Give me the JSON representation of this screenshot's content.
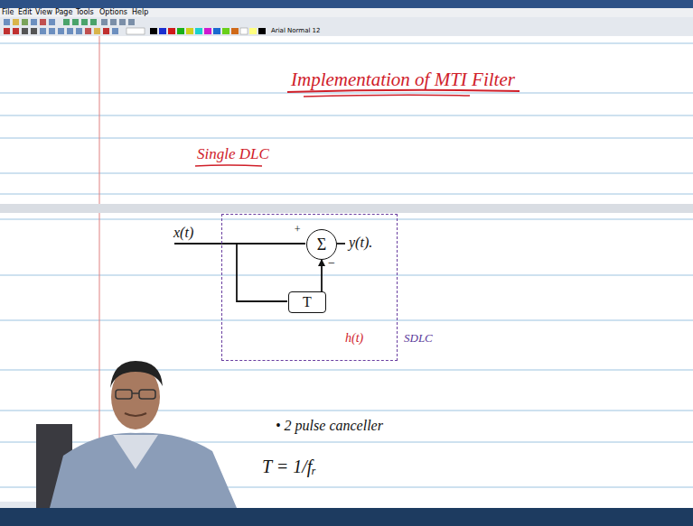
{
  "diagram": {
    "title": "Implementation of MTI Filter",
    "nodes": [
      {
        "text": [
          "h(t)",
          "SDLC"
        ]
      },
      {
        "text": [
          "Σ"
        ],
        "in": 0
      },
      {
        "text": [
          "T"
        ],
        "in": 0
      }
    ],
    "edges": [
      {
        "from": 2,
        "to": 1,
        "arrow": "to"
      }
    ],
    "labels": [
      "File",
      "Edit",
      "View",
      "Page",
      "Tools",
      "Options",
      "Help",
      "Arial Normal 12",
      "Single DLC",
      "x(t)",
      "+",
      "−",
      "y(t).",
      "• 2 pulse canceller",
      "T = 1/fᵣ"
    ]
  }
}
